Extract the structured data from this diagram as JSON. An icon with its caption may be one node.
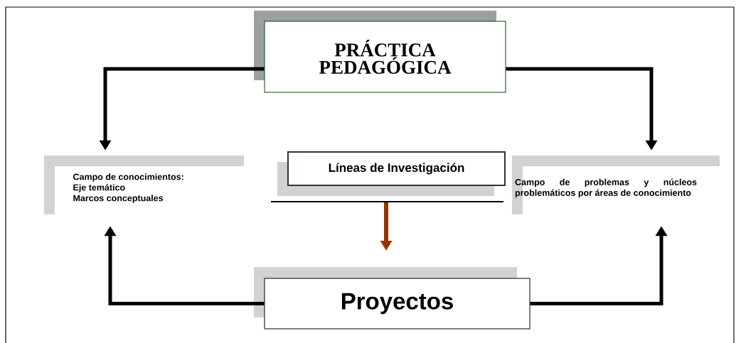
{
  "diagram": {
    "nodes": [
      {
        "text": [
          "PRÁCTICA PEDAGÓGICA"
        ]
      },
      {
        "text": [
          "Campo de conocimientos:",
          "Eje temático",
          "Marcos conceptuales"
        ]
      },
      {
        "text": [
          "Líneas de Investigación"
        ]
      },
      {
        "text": [
          "Campo de problemas y núcleos problemáticos por áreas de conocimiento"
        ]
      },
      {
        "text": [
          "Proyectos"
        ]
      }
    ],
    "edges": [
      {
        "from": 0,
        "to": 1,
        "arrow": "to"
      },
      {
        "from": 0,
        "to": 3,
        "arrow": "to"
      },
      {
        "from": 2,
        "to": null,
        "arrow": "to",
        "color": "#993300"
      },
      {
        "from": 4,
        "to": 1,
        "arrow": "to"
      },
      {
        "from": 4,
        "to": 3,
        "arrow": "to"
      }
    ]
  }
}
